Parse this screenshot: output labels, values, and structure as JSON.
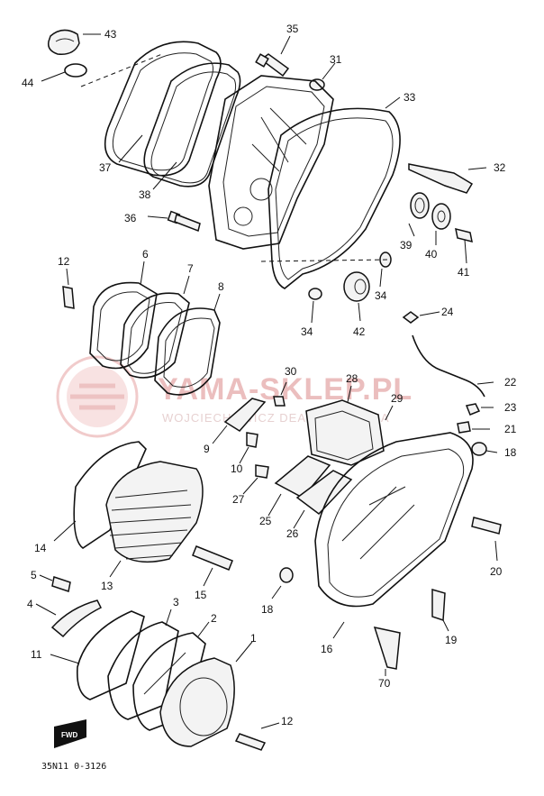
{
  "watermark": {
    "title": "YAMA-SKLEP.PL",
    "subtitle": "WOJCIECHOWICZ DEALER YAMAHA",
    "color": "#e8b3b3"
  },
  "diagram_code": "35N11 0-3126",
  "fwd_label": "FWD",
  "callouts": [
    {
      "id": "43",
      "label": "43"
    },
    {
      "id": "44",
      "label": "44"
    },
    {
      "id": "35",
      "label": "35"
    },
    {
      "id": "31",
      "label": "31"
    },
    {
      "id": "33",
      "label": "33"
    },
    {
      "id": "37",
      "label": "37"
    },
    {
      "id": "38",
      "label": "38"
    },
    {
      "id": "32",
      "label": "32"
    },
    {
      "id": "36",
      "label": "36"
    },
    {
      "id": "39",
      "label": "39"
    },
    {
      "id": "40",
      "label": "40"
    },
    {
      "id": "41",
      "label": "41"
    },
    {
      "id": "12a",
      "label": "12"
    },
    {
      "id": "6",
      "label": "6"
    },
    {
      "id": "7",
      "label": "7"
    },
    {
      "id": "8",
      "label": "8"
    },
    {
      "id": "34a",
      "label": "34"
    },
    {
      "id": "34b",
      "label": "34"
    },
    {
      "id": "42",
      "label": "42"
    },
    {
      "id": "24",
      "label": "24"
    },
    {
      "id": "30",
      "label": "30"
    },
    {
      "id": "28",
      "label": "28"
    },
    {
      "id": "29",
      "label": "29"
    },
    {
      "id": "22",
      "label": "22"
    },
    {
      "id": "23",
      "label": "23"
    },
    {
      "id": "21",
      "label": "21"
    },
    {
      "id": "18a",
      "label": "18"
    },
    {
      "id": "9",
      "label": "9"
    },
    {
      "id": "10",
      "label": "10"
    },
    {
      "id": "27",
      "label": "27"
    },
    {
      "id": "25",
      "label": "25"
    },
    {
      "id": "26",
      "label": "26"
    },
    {
      "id": "14",
      "label": "14"
    },
    {
      "id": "13",
      "label": "13"
    },
    {
      "id": "15",
      "label": "15"
    },
    {
      "id": "20a",
      "label": "20"
    },
    {
      "id": "5",
      "label": "5"
    },
    {
      "id": "18b",
      "label": "18"
    },
    {
      "id": "19",
      "label": "19"
    },
    {
      "id": "4",
      "label": "4"
    },
    {
      "id": "3",
      "label": "3"
    },
    {
      "id": "2",
      "label": "2"
    },
    {
      "id": "1",
      "label": "1"
    },
    {
      "id": "16",
      "label": "16"
    },
    {
      "id": "11",
      "label": "11"
    },
    {
      "id": "20b",
      "label": "70"
    },
    {
      "id": "12b",
      "label": "12"
    }
  ]
}
